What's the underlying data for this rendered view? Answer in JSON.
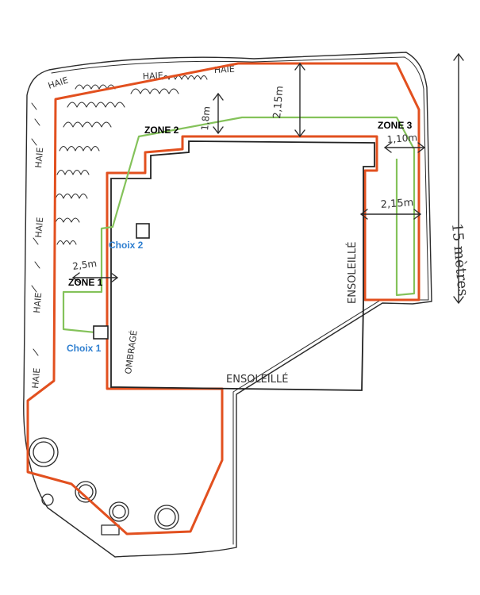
{
  "labels": {
    "zone1": "ZONE 1",
    "zone2": "ZONE 2",
    "zone3": "ZONE 3",
    "choice1": "Choix 1",
    "choice2": "Choix 2",
    "hedge": "HAIE",
    "shaded": "OMBRAGÉ",
    "sunny": "ENSOLEILLÉ",
    "total_length": "15 mètres"
  },
  "dimensions": {
    "top_width": "2,15m",
    "top_gap": "1,8m",
    "right_gap": "1,10m",
    "right_width": "2,15m",
    "left_gap": "2,5m"
  },
  "colors": {
    "boundary": "#e2501f",
    "wire": "#84c25a",
    "choice_text": "#2f7fd0"
  }
}
